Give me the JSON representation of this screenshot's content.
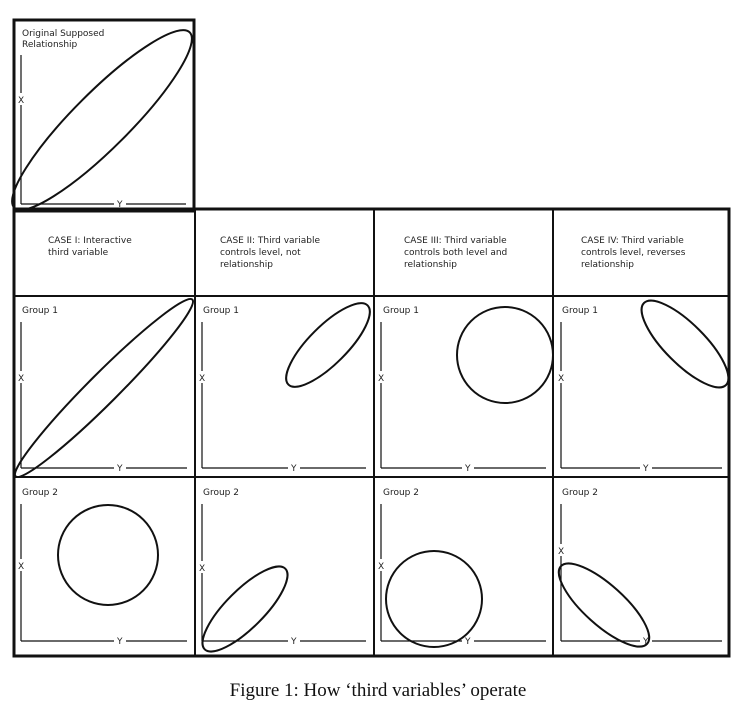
{
  "original": {
    "title": "Original Supposed Relationship",
    "x_label": "X",
    "y_label": "Y"
  },
  "cases": [
    {
      "header": "CASE I:  Interactive third variable"
    },
    {
      "header": "CASE II:  Third variable controls level, not relationship"
    },
    {
      "header": "CASE III:  Third variable controls both level and relationship"
    },
    {
      "header": "CASE IV:  Third variable controls level, reverses relationship"
    }
  ],
  "groups": [
    "Group 1",
    "Group 2"
  ],
  "axis": {
    "x": "X",
    "y": "Y"
  },
  "caption": "Figure 1:  How ‘third variables’ operate"
}
